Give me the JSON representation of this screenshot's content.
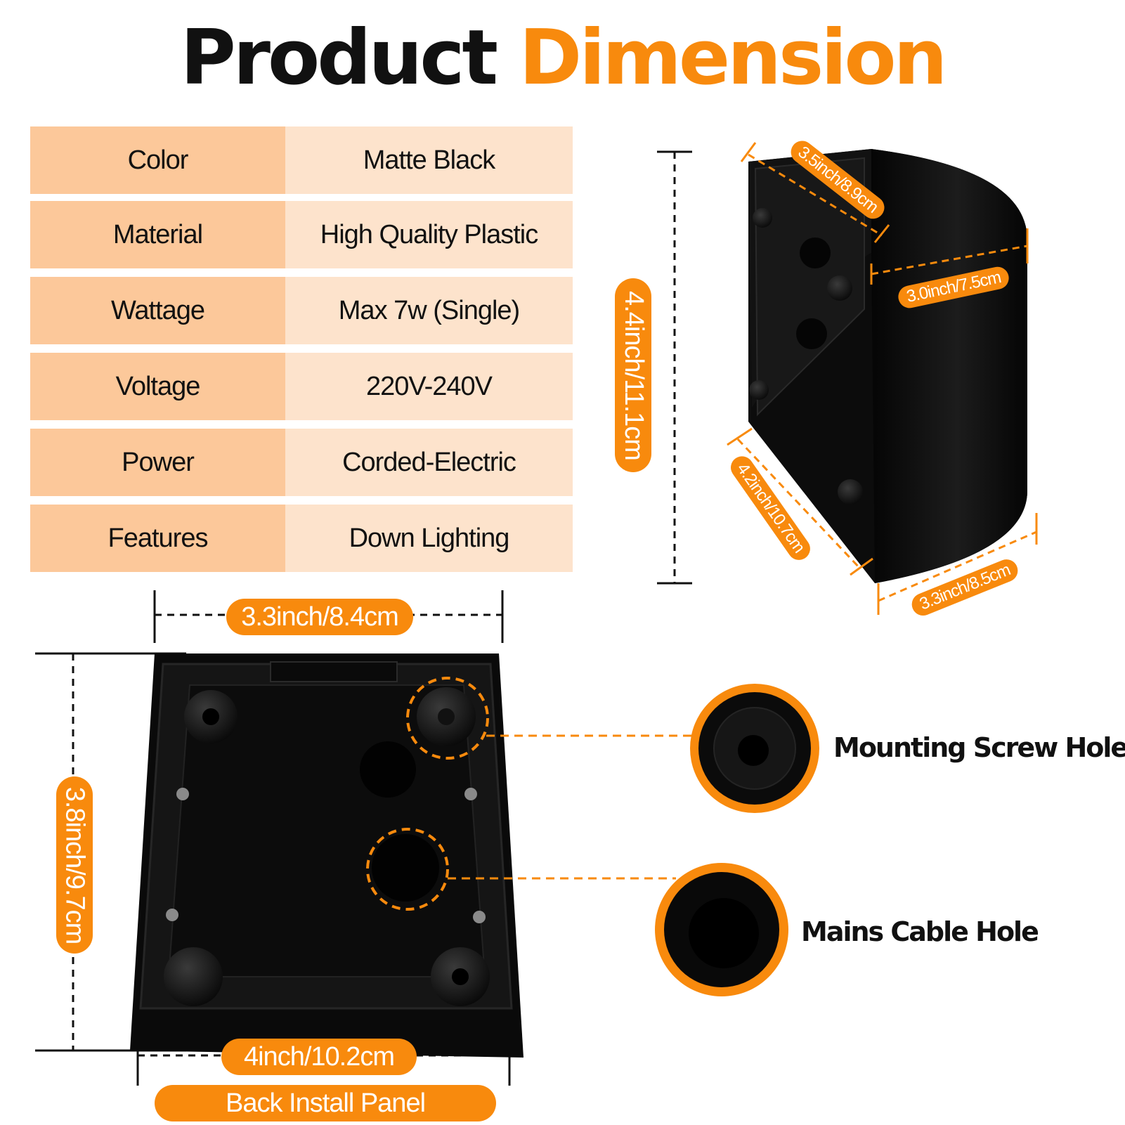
{
  "title": {
    "part1": "Product",
    "part2": "Dimension"
  },
  "specs": [
    {
      "label": "Color",
      "value": "Matte Black"
    },
    {
      "label": "Material",
      "value": "High Quality Plastic"
    },
    {
      "label": "Wattage",
      "value": "Max 7w (Single)"
    },
    {
      "label": "Voltage",
      "value": "220V-240V"
    },
    {
      "label": "Power",
      "value": "Corded-Electric"
    },
    {
      "label": "Features",
      "value": "Down Lighting"
    }
  ],
  "dimensions": {
    "height": "4.4inch/11.1cm",
    "top_depth": "3.5inch/8.9cm",
    "top_width": "3.0inch/7.5cm",
    "bottom_depth": "4.2inch/10.7cm",
    "bottom_width": "3.3inch/8.5cm",
    "panel_top_width": "3.3inch/8.4cm",
    "panel_height": "3.8inch/9.7cm",
    "panel_bottom_width": "4inch/10.2cm"
  },
  "panel_caption": "Back Install Panel",
  "callouts": {
    "mounting": "Mounting Screw Hole",
    "cable": "Mains Cable Hole"
  },
  "colors": {
    "accent": "#f88a0d",
    "label_bg": "#fcc89a",
    "value_bg": "#fde3cc",
    "product": "#0c0c0c"
  }
}
